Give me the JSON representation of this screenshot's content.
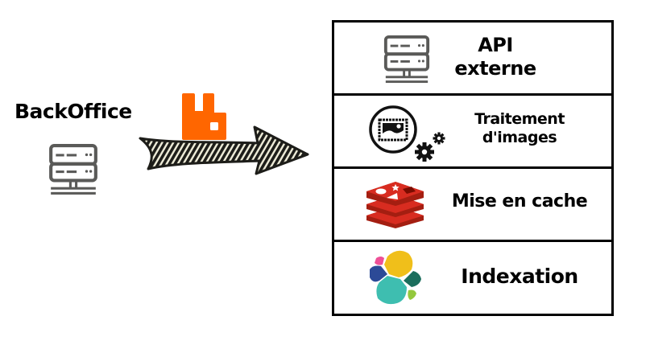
{
  "source": {
    "label": "BackOffice",
    "icon": "server-icon"
  },
  "broker": {
    "icon": "rabbitmq-logo-icon",
    "arrow_icon": "hand-drawn-arrow-right-icon",
    "color": "#FF6600"
  },
  "services": [
    {
      "label_lines": [
        "API",
        "externe"
      ],
      "icon": "server-icon"
    },
    {
      "label_lines": [
        "Traitement",
        "d'images"
      ],
      "icon": "image-processing-gears-icon"
    },
    {
      "label_lines": [
        "Mise en cache"
      ],
      "icon": "redis-logo-icon",
      "color": "#D82C20"
    },
    {
      "label_lines": [
        "Indexation"
      ],
      "icon": "elastic-logo-icon"
    }
  ],
  "colors": {
    "server_icon": "#5a5a58",
    "border": "#000000",
    "elastic": [
      "#F0BF1A",
      "#3EBEB0",
      "#07A5DE",
      "#EE5097",
      "#17A8E0",
      "#2C4A97",
      "#1B6E5C",
      "#94C83D"
    ]
  }
}
